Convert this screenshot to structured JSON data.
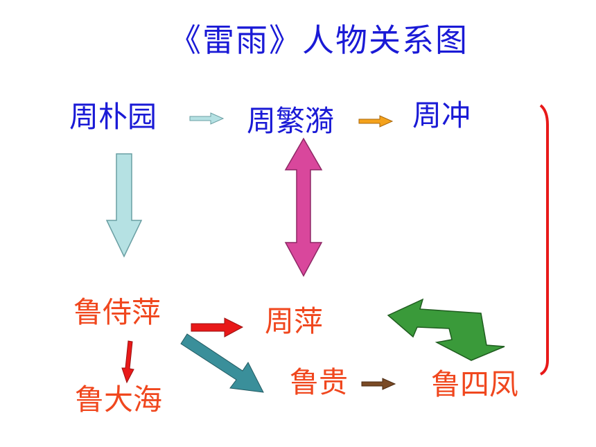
{
  "title": "《雷雨》人物关系图",
  "nodes": {
    "zhou_puyuan": "周朴园",
    "zhou_fanyi": "周繁漪",
    "zhou_chong": "周冲",
    "lu_shiping": "鲁侍萍",
    "zhou_ping": "周萍",
    "lu_dahai": "鲁大海",
    "lu_gui": "鲁贵",
    "lu_sifeng": "鲁四凤"
  },
  "colors": {
    "title": "#1a1ad6",
    "zhou_family": "#1a1ad6",
    "lu_family": "#f0471e",
    "arrow_light_cyan": "#b5e1e3",
    "arrow_orange": "#f4a21c",
    "arrow_magenta": "#d9479c",
    "arrow_red": "#e81919",
    "arrow_teal": "#3a8f9a",
    "arrow_brown": "#7a4a25",
    "arrow_green": "#3a9a3a",
    "bracket_red": "#e81919"
  }
}
